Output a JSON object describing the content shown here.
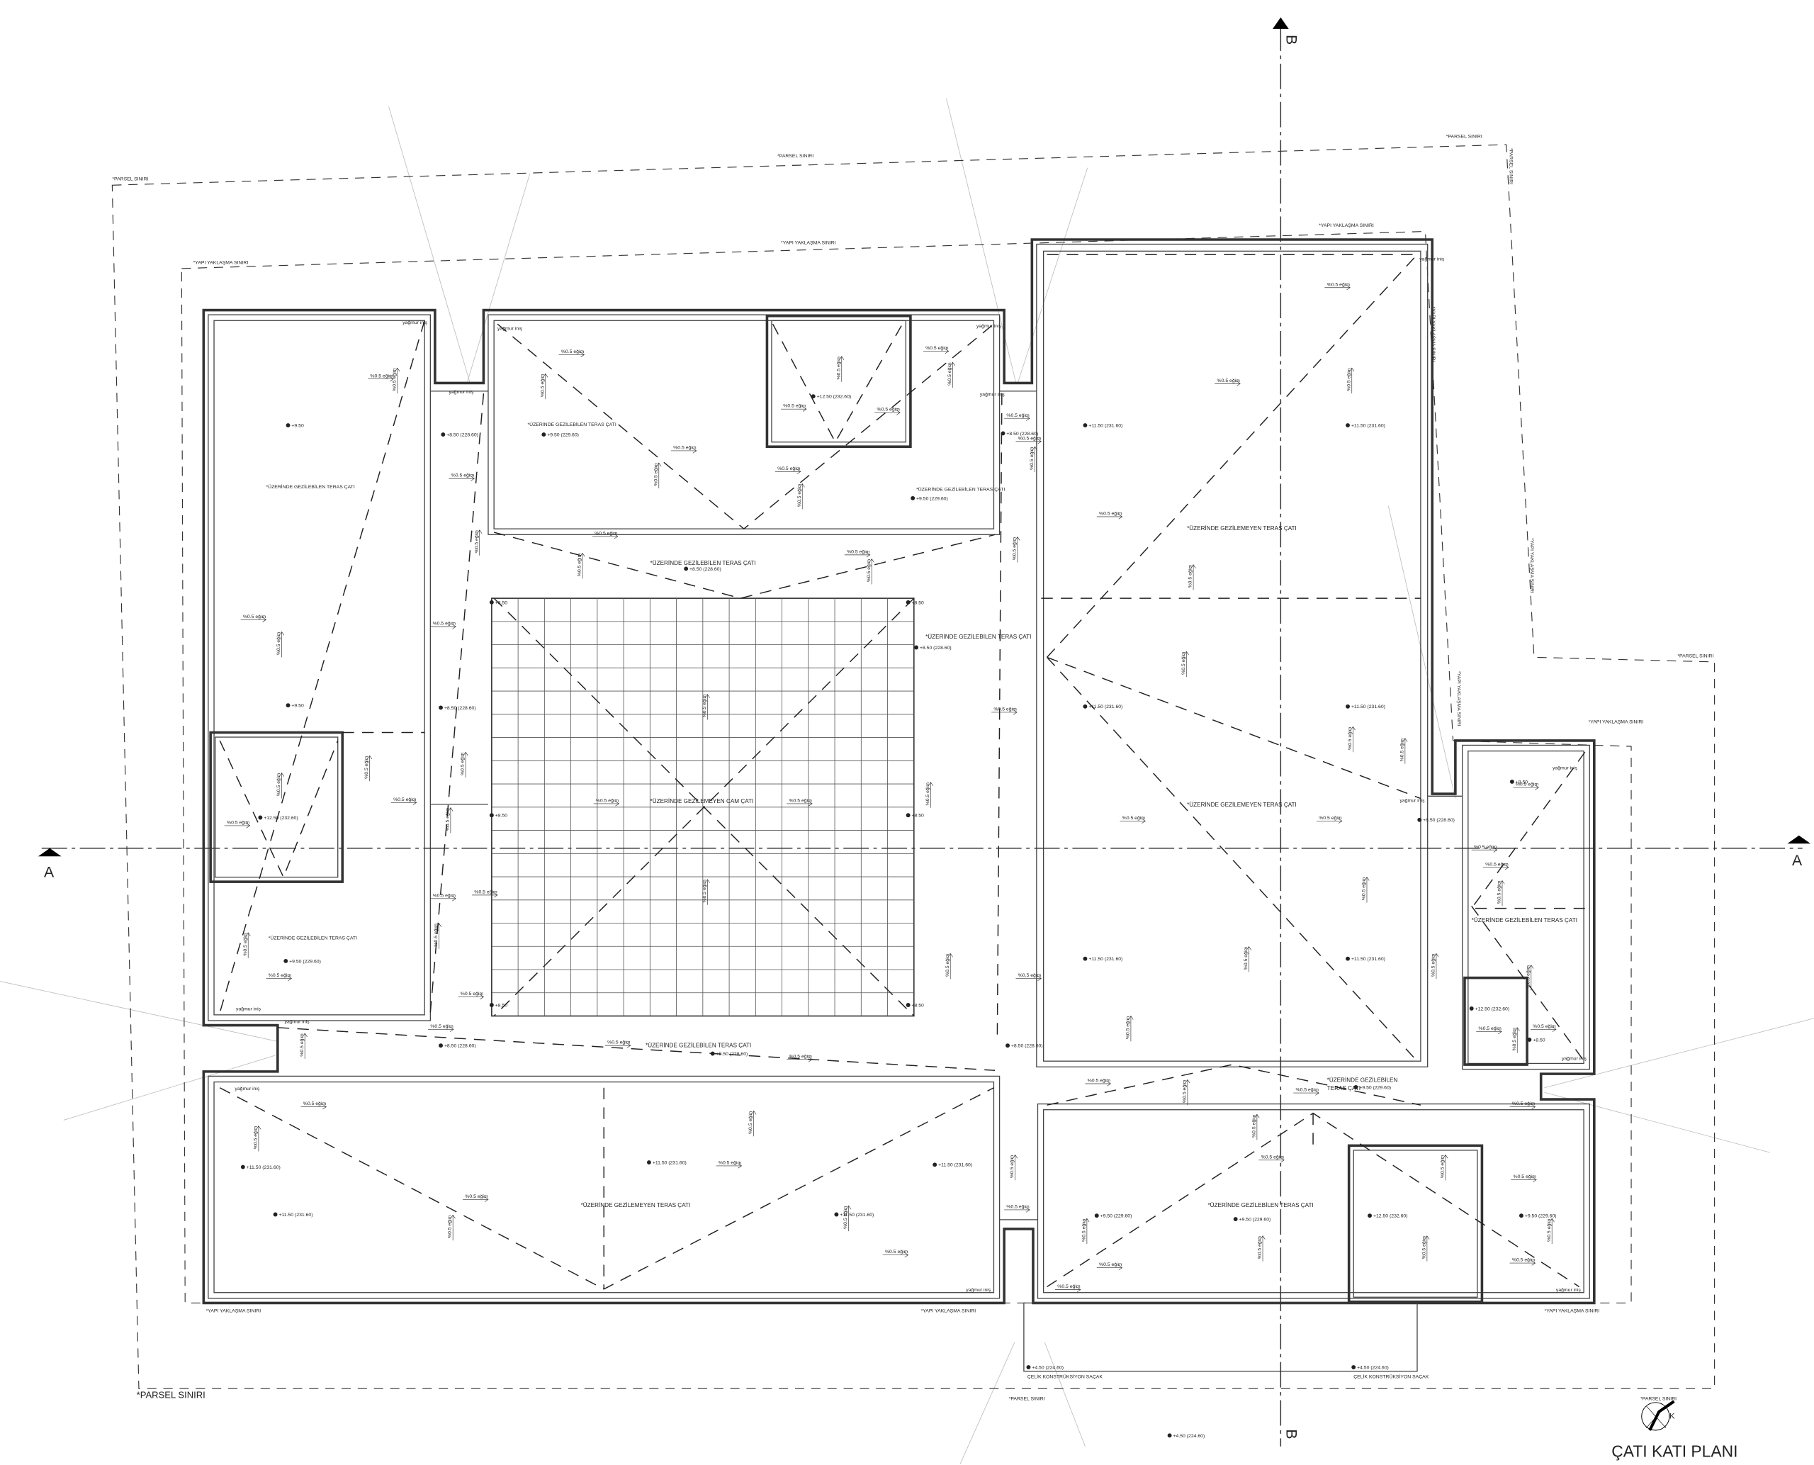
{
  "drawing": {
    "title": "ÇATI KATI PLANI",
    "section_a": "A",
    "section_b": "B",
    "north_mark": "K"
  },
  "labels": {
    "parcel": "*PARSEL SINIRI",
    "setback": "*YAPI YAKLAŞMA SINIRI",
    "walkable": "*ÜZERİNDE GEZİLEBİLEN TERAS ÇATI",
    "walkable_l1": "*ÜZERİNDE GEZİLEBİLEN",
    "walkable_l2": "TERAS ÇATI",
    "nonwalkable": "*ÜZERİNDE GEZİLEMEYEN TERAS ÇATI",
    "glass": "*ÜZERİNDE GEZİLEMEYEN CAM ÇATI",
    "rain": "yağmur iniş",
    "canopy": "ÇELİK KONSTRÜKSİYON SAÇAK",
    "slope": "%0.5 eğim"
  },
  "elevations": {
    "e950": "+9.50",
    "e850": "+8.50",
    "e850b": "+8.50 (228.60)",
    "e950b": "+9.50 (229.60)",
    "e1250": "+12.50 (232.60)",
    "e1150": "+11.50 (231.60)",
    "e450": "+4.50 (224.60)"
  }
}
